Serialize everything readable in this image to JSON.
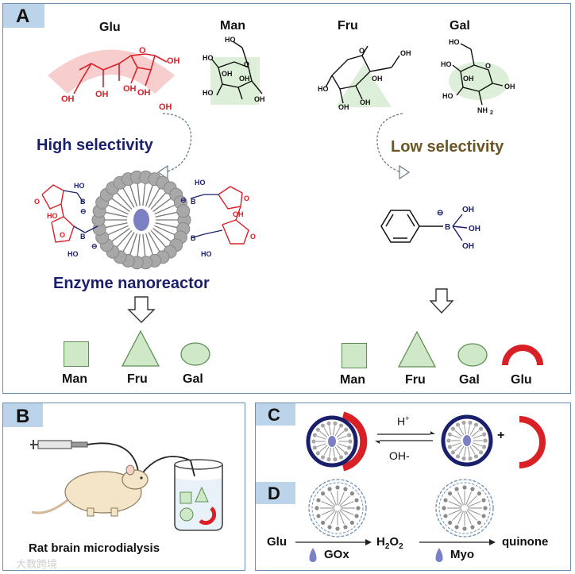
{
  "panels": {
    "a": "A",
    "b": "B",
    "c": "C",
    "d": "D"
  },
  "sugars": {
    "glu": "Glu",
    "man": "Man",
    "fru": "Fru",
    "gal": "Gal"
  },
  "atoms": {
    "o": "O",
    "oh": "OH",
    "ho": "HO",
    "nh2": "NH",
    "nh2_sub": "2",
    "b": "B",
    "minus": "⊖"
  },
  "texts": {
    "high_selectivity": "High selectivity",
    "low_selectivity": "Low selectivity",
    "enzyme_nanoreactor": "Enzyme nanoreactor",
    "rat_brain": "Rat brain microdialysis",
    "h_plus": "H",
    "h_plus_sup": "+",
    "oh_minus": "OH-",
    "plus": "+",
    "glu": "Glu",
    "h2o2_h": "H",
    "h2o2_sub1": "2",
    "h2o2_o": "O",
    "h2o2_sub2": "2",
    "gox": "GOx",
    "myo": "Myo",
    "quinone": "quinone"
  },
  "results_left": [
    "Man",
    "Fru",
    "Gal"
  ],
  "results_right": [
    "Man",
    "Fru",
    "Gal",
    "Glu"
  ],
  "watermark": "大数跨境",
  "colors": {
    "panel_border": "#6c8fb0",
    "tab_fill": "#bcd4ea",
    "red": "#d92027",
    "navy": "#1a1f6b",
    "olive": "#6b5524",
    "green_fill": "#cfe8c7",
    "green_stroke": "#5e8f55",
    "gray_bead": "#a8a8a8",
    "core_purple": "#7b7fc4"
  }
}
